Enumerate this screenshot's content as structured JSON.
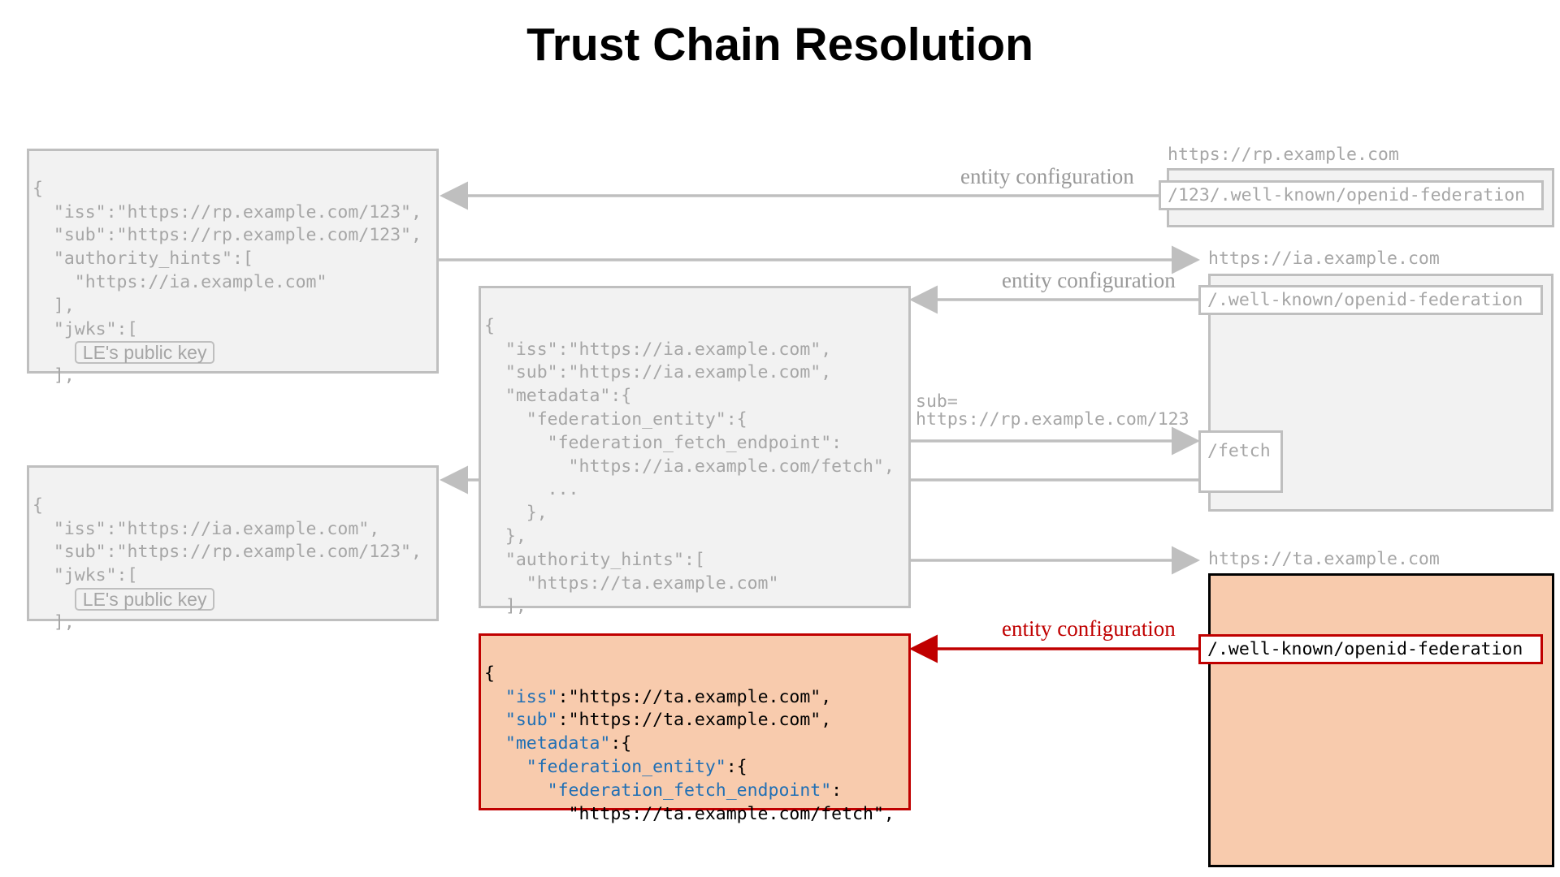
{
  "title": "Trust Chain Resolution",
  "rp_ec": [
    "{",
    "  \"iss\":\"https://rp.example.com/123\",",
    "  \"sub\":\"https://rp.example.com/123\",",
    "  \"authority_hints\":[",
    "    \"https://ia.example.com\"",
    "  ],",
    "  \"jwks\":[",
    "  ],"
  ],
  "ia_statement": [
    "{",
    "  \"iss\":\"https://ia.example.com\",",
    "  \"sub\":\"https://rp.example.com/123\",",
    "  \"jwks\":[",
    "  ],"
  ],
  "le_public_key": "LE's public key",
  "ia_ec": [
    "{",
    "  \"iss\":\"https://ia.example.com\",",
    "  \"sub\":\"https://ia.example.com\",",
    "  \"metadata\":{",
    "    \"federation_entity\":{",
    "      \"federation_fetch_endpoint\":",
    "        \"https://ia.example.com/fetch\",",
    "      ...",
    "    },",
    "  },",
    "  \"authority_hints\":[",
    "    \"https://ta.example.com\"",
    "  ],"
  ],
  "ta_ec": {
    "open": "{",
    "iss_key": "\"iss\"",
    "iss_val": ":\"https://ta.example.com\",",
    "sub_key": "\"sub\"",
    "sub_val": ":\"https://ta.example.com\",",
    "metadata_key": "\"metadata\"",
    "metadata_val": ":{",
    "fed_entity_key": "\"federation_entity\"",
    "fed_entity_val": ":{",
    "fetch_key": "\"federation_fetch_endpoint\"",
    "fetch_val": ":",
    "fetch_url": "\"https://ta.example.com/fetch\","
  },
  "hosts": {
    "rp": "https://rp.example.com",
    "ia": "https://ia.example.com",
    "ta": "https://ta.example.com"
  },
  "paths": {
    "rp_wellknown": "/123/.well-known/openid-federation",
    "ia_wellknown": "/.well-known/openid-federation",
    "ia_fetch": "/fetch",
    "ta_wellknown": "/.well-known/openid-federation"
  },
  "labels": {
    "entity_configuration": "entity configuration",
    "sub_param_1": "sub=",
    "sub_param_2": "https://rp.example.com/123"
  },
  "colors": {
    "inactive_gray": "#bfbfbf",
    "inactive_text": "#a6a6a6",
    "active_red": "#c00000",
    "active_fill": "#f8cbad",
    "key_blue": "#1f6fb5"
  }
}
